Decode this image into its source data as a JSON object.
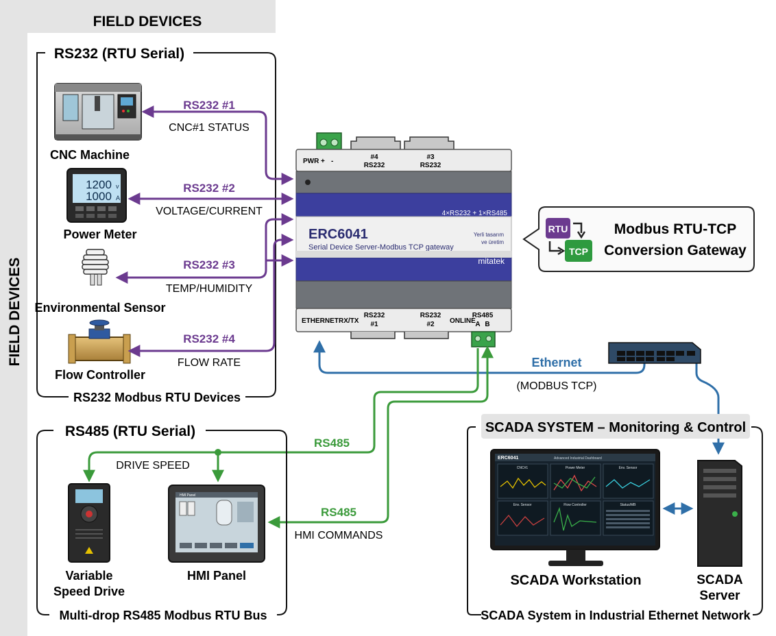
{
  "header": {
    "field_devices": "FIELD DEVICES",
    "side_label": "FIELD DEVICES"
  },
  "rs232_group": {
    "title": "RS232 (RTU Serial)",
    "footer": "RS232 Modbus RTU Devices",
    "devices": [
      {
        "name": "CNC Machine",
        "link": "RS232 #1",
        "signal": "CNC#1 STATUS"
      },
      {
        "name": "Power Meter",
        "link": "RS232 #2",
        "signal": "VOLTAGE/CURRENT",
        "display_top": "1200",
        "unit_top": "v",
        "display_bottom": "1000",
        "unit_bottom": "A"
      },
      {
        "name": "Environmental Sensor",
        "link": "RS232 #3",
        "signal": "TEMP/HUMIDITY"
      },
      {
        "name": "Flow Controller",
        "link": "RS232 #4",
        "signal": "FLOW RATE"
      }
    ]
  },
  "rs485_group": {
    "title": "RS485 (RTU Serial)",
    "footer": "Multi-drop RS485 Modbus RTU Bus",
    "bus_label_1": "RS485",
    "signal_1": "DRIVE SPEED",
    "bus_label_2": "RS485",
    "signal_2": "HMI COMMANDS",
    "devices": [
      {
        "name_line1": "Variable",
        "name_line2": "Speed Drive"
      },
      {
        "name_line1": "HMI Panel",
        "screen_title": "HMI Panel"
      }
    ]
  },
  "gateway": {
    "model": "ERC6041",
    "description": "Serial Device Server-Modbus TCP gateway",
    "port_summary": "4×RS232 + 1×RS485",
    "made_in_1": "Yerli tasarım",
    "made_in_2": "ve üretim",
    "brand": "mitatek",
    "top_labels": {
      "pwr": "PWR",
      "plus": "+",
      "minus": "-",
      "port4_num": "#4",
      "port4_type": "RS232",
      "port3_num": "#3",
      "port3_type": "RS232"
    },
    "bottom_labels": {
      "ethernet": "ETHERNET",
      "rxtx": "RX/TX",
      "port1_type": "RS232",
      "port1_num": "#1",
      "port2_type": "RS232",
      "port2_num": "#2",
      "online": "ONLINE",
      "rs485": "RS485",
      "a": "A",
      "b": "B"
    }
  },
  "callout": {
    "icon_rtu": "RTU",
    "icon_tcp": "TCP",
    "line1": "Modbus RTU-TCP",
    "line2": "Conversion Gateway"
  },
  "network": {
    "ethernet_label": "Ethernet",
    "protocol_label": "(MODBUS TCP)"
  },
  "scada": {
    "title": "SCADA SYSTEM – Monitoring & Control",
    "footer": "SCADA System in Industrial Ethernet Network",
    "workstation_label": "SCADA Workstation",
    "server_label_1": "SCADA",
    "server_label_2": "Server",
    "screen": {
      "app_title": "ERC6041",
      "header_text": "Advanced Industrial Dashboard",
      "panels": [
        "CNC#1",
        "Power Meter",
        "Env. Sensor",
        "Env. Sensor",
        "Flow Controller",
        "Status/MB"
      ]
    }
  },
  "colors": {
    "rs232": "#6b3a8f",
    "rs485": "#3a9a3a",
    "ethernet": "#2f6fa8",
    "gateway_band": "#3c3f9e",
    "dark": "#111111"
  }
}
